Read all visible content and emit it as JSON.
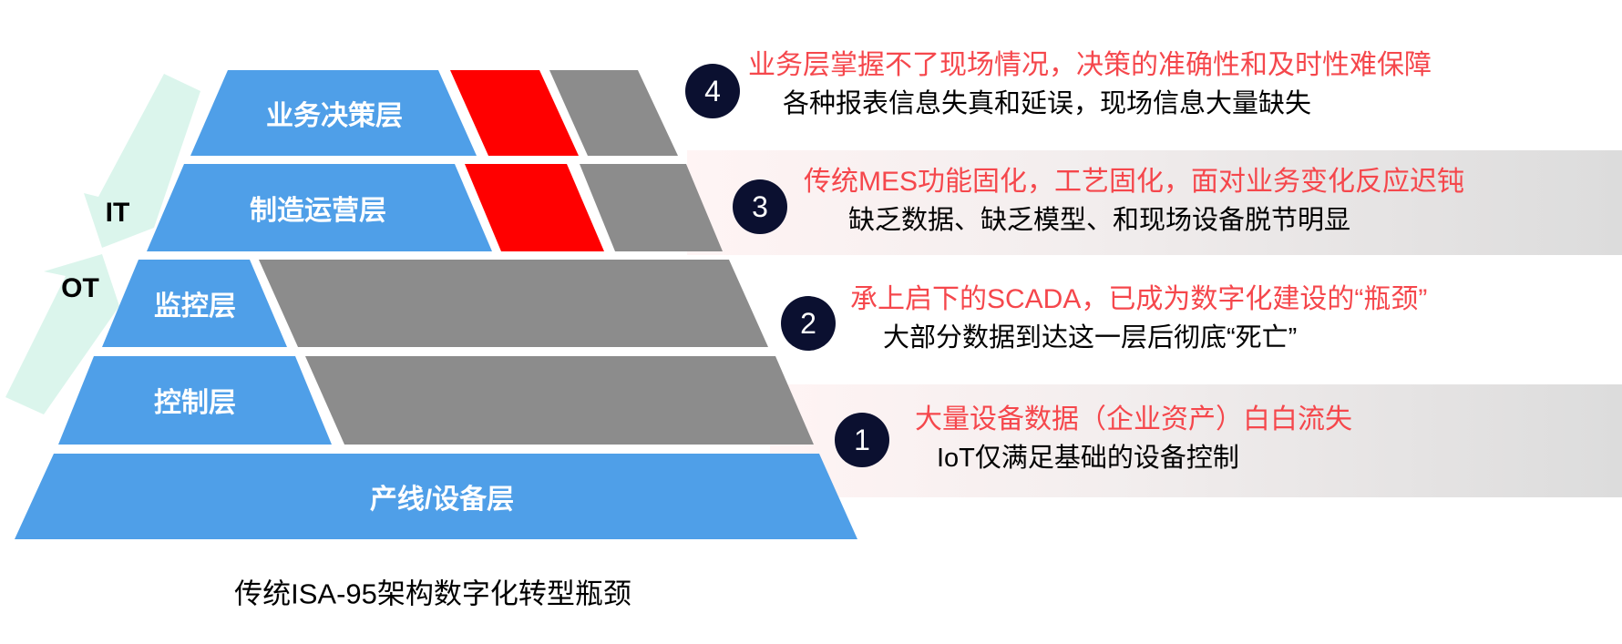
{
  "pyramid": {
    "layers": [
      {
        "label": "业务决策层"
      },
      {
        "label": "制造运营层"
      },
      {
        "label": "监控层"
      },
      {
        "label": "控制层"
      },
      {
        "label": "产线/设备层"
      }
    ],
    "it_label": "IT",
    "ot_label": "OT",
    "caption": "传统ISA-95架构数字化转型瓶颈"
  },
  "issues": [
    {
      "num": "4",
      "headline": "业务层掌握不了现场情况，决策的准确性和及时性难保障",
      "detail": "各种报表信息失真和延误，现场信息大量缺失"
    },
    {
      "num": "3",
      "headline": "传统MES功能固化，工艺固化，面对业务变化反应迟钝",
      "detail": "缺乏数据、缺乏模型、和现场设备脱节明显"
    },
    {
      "num": "2",
      "headline": "承上启下的SCADA，已成为数字化建设的“瓶颈”",
      "detail": "大部分数据到达这一层后彻底“死亡”"
    },
    {
      "num": "1",
      "headline": "大量设备数据（企业资产）白白流失",
      "detail": "IoT仅满足基础的设备控制"
    }
  ],
  "colors": {
    "blue": "#4f9fe8",
    "red": "#ff0000",
    "gray": "#8c8c8c",
    "teal": "#dbf5ec",
    "headline": "#f5474c",
    "badge": "#0b1030"
  }
}
